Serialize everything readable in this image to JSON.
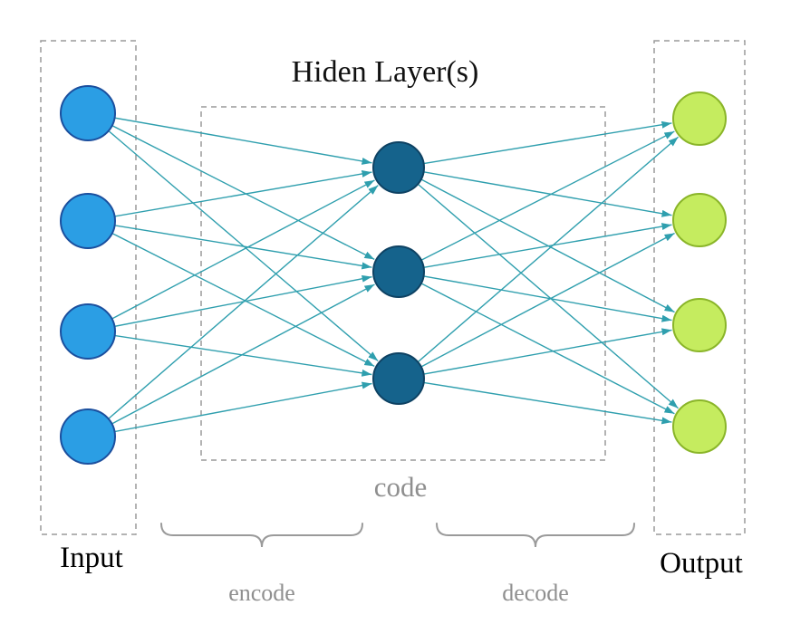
{
  "diagram": {
    "title": "Hiden Layer(s)",
    "code_label": "code",
    "input_label": "Input",
    "output_label": "Output",
    "encode_label": "encode",
    "decode_label": "decode",
    "layers": {
      "input_count": 4,
      "hidden_count": 3,
      "output_count": 4
    },
    "colors": {
      "input_node_fill": "#2b9ee4",
      "input_node_stroke": "#1b4f9e",
      "hidden_node_fill": "#15638c",
      "hidden_node_stroke": "#0e4263",
      "output_node_fill": "#c5ec5f",
      "output_node_stroke": "#8ab529",
      "edge": "#2f9fae",
      "dashed_box": "#9a9a9a",
      "brace": "#9a9a9a",
      "muted_text": "#8f8f8f",
      "title_text": "#111111",
      "label_text": "#000000"
    }
  }
}
